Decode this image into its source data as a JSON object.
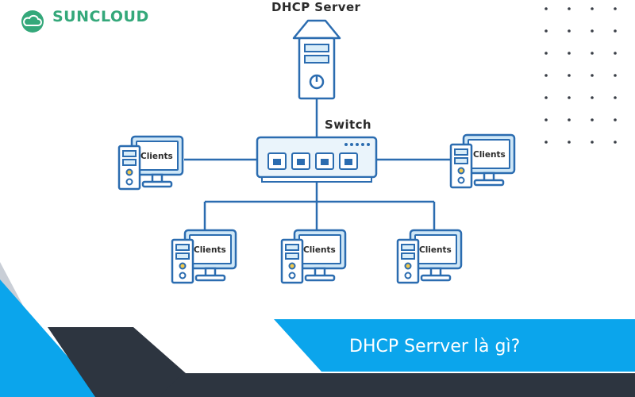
{
  "brand": {
    "name": "SUNCLOUD",
    "color": "#34a87a"
  },
  "diagram": {
    "server": {
      "label": "DHCP Server"
    },
    "switch": {
      "label": "Switch"
    },
    "clients": [
      {
        "label": "Clients"
      },
      {
        "label": "Clients"
      },
      {
        "label": "Clients"
      },
      {
        "label": "Clients"
      },
      {
        "label": "Clients"
      }
    ]
  },
  "banner": {
    "title": "DHCP Serrver là gì?"
  },
  "colors": {
    "line": "#2b6cb0",
    "fill_light": "#eaf4fb",
    "accent_blue": "#0ba5ec",
    "dark": "#2d3540",
    "grey": "#c9ced6",
    "dots": "#3a3f47"
  }
}
